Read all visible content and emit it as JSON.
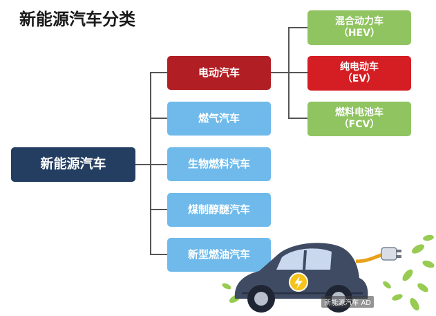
{
  "title": "新能源汽车分类",
  "root": {
    "label": "新能源汽车"
  },
  "categories": [
    {
      "label": "电动汽车",
      "highlight": true
    },
    {
      "label": "燃气汽车",
      "highlight": false
    },
    {
      "label": "生物燃料汽车",
      "highlight": false
    },
    {
      "label": "煤制醇醚汽车",
      "highlight": false
    },
    {
      "label": "新型燃油汽车",
      "highlight": false
    }
  ],
  "electric_subtypes": [
    {
      "line1": "混合动力车",
      "line2": "（HEV）",
      "highlight": false
    },
    {
      "line1": "纯电动车",
      "line2": "（EV）",
      "highlight": true
    },
    {
      "line1": "燃料电池车",
      "line2": "（FCV）",
      "highlight": false
    }
  ],
  "watermark": "新能源汽车 AD",
  "colors": {
    "root": "#243e61",
    "category": "#6fbaeb",
    "category_highlight": "#b11f24",
    "subtype": "#8fc460",
    "subtype_highlight": "#d51e24",
    "connector": "#555555",
    "car_body": "#3f4b63",
    "car_lightning_badge": "#f6c31a",
    "leaves": "#8cc63f"
  },
  "illustration": {
    "subject": "electric hatchback car plugged into charging plug with green leaves",
    "icons": [
      "car-icon",
      "lightning-icon",
      "plug-icon",
      "leaf-icon"
    ]
  }
}
